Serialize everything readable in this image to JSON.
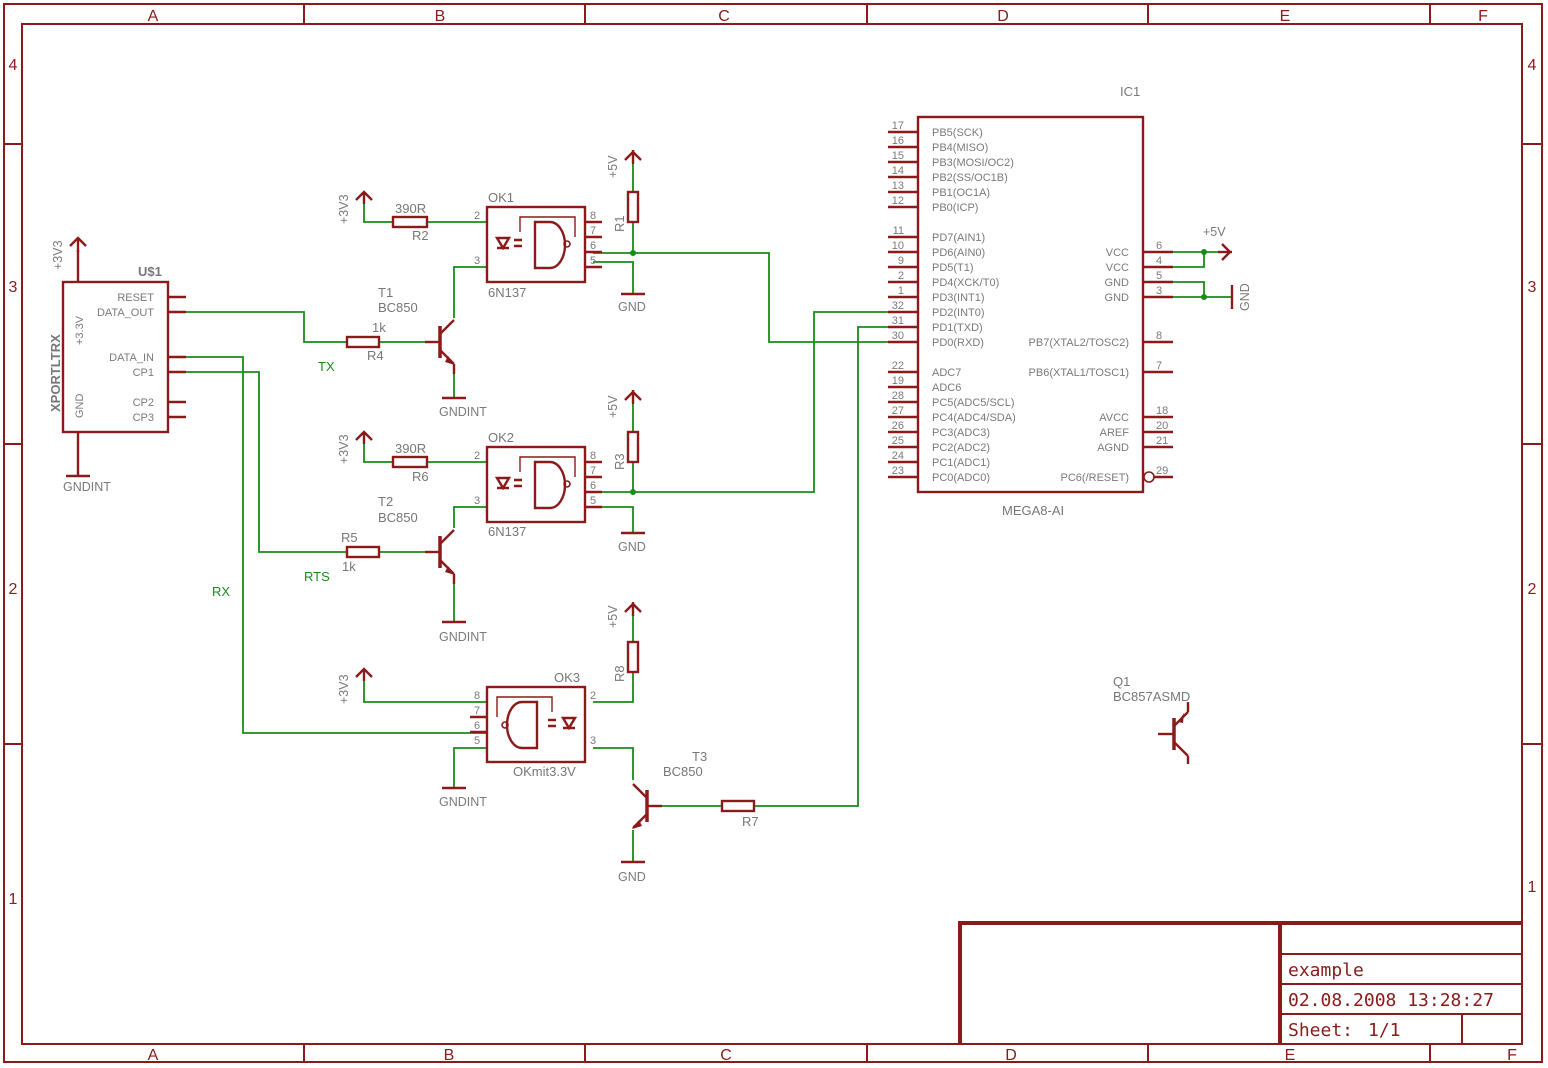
{
  "frame": {
    "columns": [
      "A",
      "B",
      "C",
      "D",
      "E",
      "F"
    ],
    "rows": [
      "4",
      "3",
      "2",
      "1"
    ]
  },
  "title_block": {
    "name": "example",
    "date": "02.08.2008 13:28:27",
    "sheet_label": "Sheet:",
    "sheet_value": "1/1"
  },
  "xport": {
    "ref": "U$1",
    "part": "XPORTLTRX",
    "pins_left": [
      "+3.3V",
      "GND"
    ],
    "pins_right": [
      "RESET",
      "DATA_OUT",
      "DATA_IN",
      "CP1",
      "CP2",
      "CP3"
    ],
    "supply": "+3V3",
    "ground": "GNDINT"
  },
  "ic1": {
    "ref": "IC1",
    "part": "MEGA8-AI",
    "left_pins": [
      {
        "num": "17",
        "name": "PB5(SCK)"
      },
      {
        "num": "16",
        "name": "PB4(MISO)"
      },
      {
        "num": "15",
        "name": "PB3(MOSI/OC2)"
      },
      {
        "num": "14",
        "name": "PB2(SS/OC1B)"
      },
      {
        "num": "13",
        "name": "PB1(OC1A)"
      },
      {
        "num": "12",
        "name": "PB0(ICP)"
      },
      {
        "num": "11",
        "name": "PD7(AIN1)"
      },
      {
        "num": "10",
        "name": "PD6(AIN0)"
      },
      {
        "num": "9",
        "name": "PD5(T1)"
      },
      {
        "num": "2",
        "name": "PD4(XCK/T0)"
      },
      {
        "num": "1",
        "name": "PD3(INT1)"
      },
      {
        "num": "32",
        "name": "PD2(INT0)"
      },
      {
        "num": "31",
        "name": "PD1(TXD)"
      },
      {
        "num": "30",
        "name": "PD0(RXD)"
      },
      {
        "num": "22",
        "name": "ADC7"
      },
      {
        "num": "19",
        "name": "ADC6"
      },
      {
        "num": "28",
        "name": "PC5(ADC5/SCL)"
      },
      {
        "num": "27",
        "name": "PC4(ADC4/SDA)"
      },
      {
        "num": "26",
        "name": "PC3(ADC3)"
      },
      {
        "num": "25",
        "name": "PC2(ADC2)"
      },
      {
        "num": "24",
        "name": "PC1(ADC1)"
      },
      {
        "num": "23",
        "name": "PC0(ADC0)"
      }
    ],
    "right_pins": [
      {
        "num": "6",
        "name": "VCC"
      },
      {
        "num": "4",
        "name": "VCC"
      },
      {
        "num": "5",
        "name": "GND"
      },
      {
        "num": "3",
        "name": "GND"
      },
      {
        "num": "8",
        "name": "PB7(XTAL2/TOSC2)"
      },
      {
        "num": "7",
        "name": "PB6(XTAL1/TOSC1)"
      },
      {
        "num": "18",
        "name": "AVCC"
      },
      {
        "num": "20",
        "name": "AREF"
      },
      {
        "num": "21",
        "name": "AGND"
      },
      {
        "num": "29",
        "name": "PC6(/RESET)"
      }
    ],
    "supply": "+5V",
    "ground": "GND"
  },
  "optos": [
    {
      "ref": "OK1",
      "part": "6N137",
      "pins": [
        "2",
        "3",
        "8",
        "7",
        "6",
        "5"
      ]
    },
    {
      "ref": "OK2",
      "part": "6N137",
      "pins": [
        "2",
        "3",
        "8",
        "7",
        "6",
        "5"
      ]
    },
    {
      "ref": "OK3",
      "part": "OKmit3.3V",
      "pins": [
        "8",
        "7",
        "6",
        "5",
        "2",
        "3"
      ]
    }
  ],
  "resistors": [
    {
      "ref": "R1",
      "value": ""
    },
    {
      "ref": "R2",
      "value": "390R"
    },
    {
      "ref": "R3",
      "value": ""
    },
    {
      "ref": "R4",
      "value": "1k"
    },
    {
      "ref": "R5",
      "value": "1k"
    },
    {
      "ref": "R6",
      "value": "390R"
    },
    {
      "ref": "R7",
      "value": ""
    },
    {
      "ref": "R8",
      "value": ""
    }
  ],
  "transistors": [
    {
      "ref": "T1",
      "part": "BC850"
    },
    {
      "ref": "T2",
      "part": "BC850"
    },
    {
      "ref": "T3",
      "part": "BC850"
    },
    {
      "ref": "Q1",
      "part": "BC857ASMD"
    }
  ],
  "nets": {
    "tx": "TX",
    "rts": "RTS",
    "rx": "RX"
  },
  "power": {
    "p3v3": "+3V3",
    "p5v": "+5V",
    "gnd": "GND",
    "gndint": "GNDINT"
  }
}
